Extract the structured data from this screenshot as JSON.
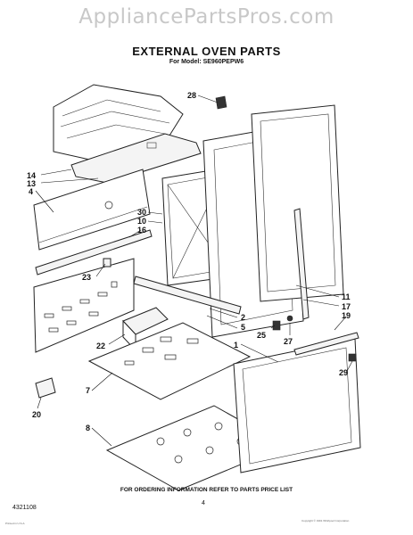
{
  "watermark": "AppliancePartsPros.com",
  "title": "EXTERNAL OVEN PARTS",
  "subtitle": "For Model: SE960PEPW6",
  "footer_note": "FOR ORDERING INFORMATION REFER TO PARTS PRICE LIST",
  "doc_number": "4321108",
  "page_number": "4",
  "copyright": "Copyright © 1991 Whirlpool Corporation",
  "corner_note": "Printed in U.S.A.",
  "callouts": [
    "28",
    "14",
    "13",
    "4",
    "30",
    "10",
    "16",
    "23",
    "11",
    "17",
    "19",
    "2",
    "5",
    "25",
    "27",
    "22",
    "1",
    "29",
    "7",
    "8",
    "20"
  ]
}
